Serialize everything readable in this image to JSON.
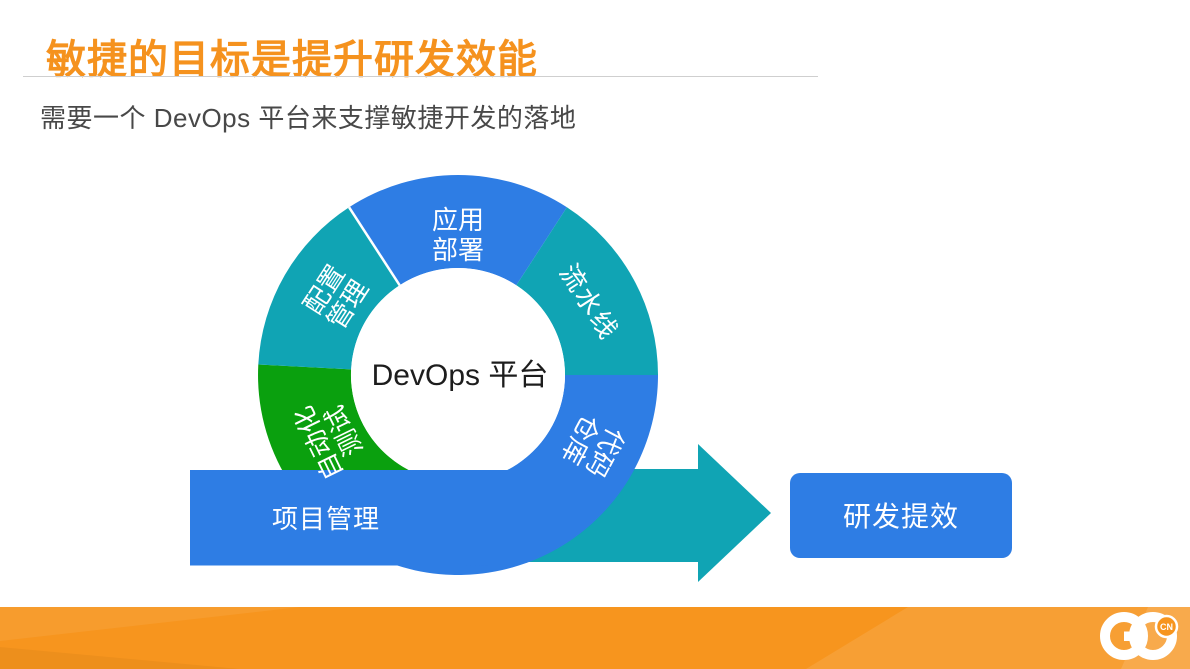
{
  "slide": {
    "title": "敏捷的目标是提升研发效能",
    "subtitle": "需要一个 DevOps 平台来支撑敏捷开发的落地"
  },
  "diagram": {
    "center_label": "DevOps 平台",
    "segments": [
      {
        "name": "app-deploy",
        "label": "应用部署",
        "lines": [
          "应用",
          "部署"
        ],
        "color": "#2e7de4"
      },
      {
        "name": "pipeline",
        "label": "流水线",
        "lines": [
          "流水线"
        ],
        "color": "#10a4b4"
      },
      {
        "name": "code-repo",
        "label": "代码仓库",
        "lines": [
          "代码",
          "仓库"
        ],
        "color": "#2e7de4"
      },
      {
        "name": "auto-test",
        "label": "自动化测试",
        "lines": [
          "自动化",
          "测试"
        ],
        "color": "#0aa00e"
      },
      {
        "name": "config-mgmt",
        "label": "配置管理",
        "lines": [
          "配置",
          "管理"
        ],
        "color": "#10a4b4"
      }
    ],
    "band_label": "项目管理",
    "result_label": "研发提效"
  },
  "footer": {
    "logo": {
      "go": "GO",
      "cn": "CN"
    }
  },
  "colors": {
    "blue": "#2e7de4",
    "teal": "#10a4b4",
    "green": "#0aa00e",
    "accent_orange": "#f5921e",
    "footer_orange": "#f7951e",
    "rule_gray": "#cfcfcf",
    "subtitle_gray": "#484848",
    "center_text": "#1d1d1d",
    "white": "#ffffff"
  }
}
